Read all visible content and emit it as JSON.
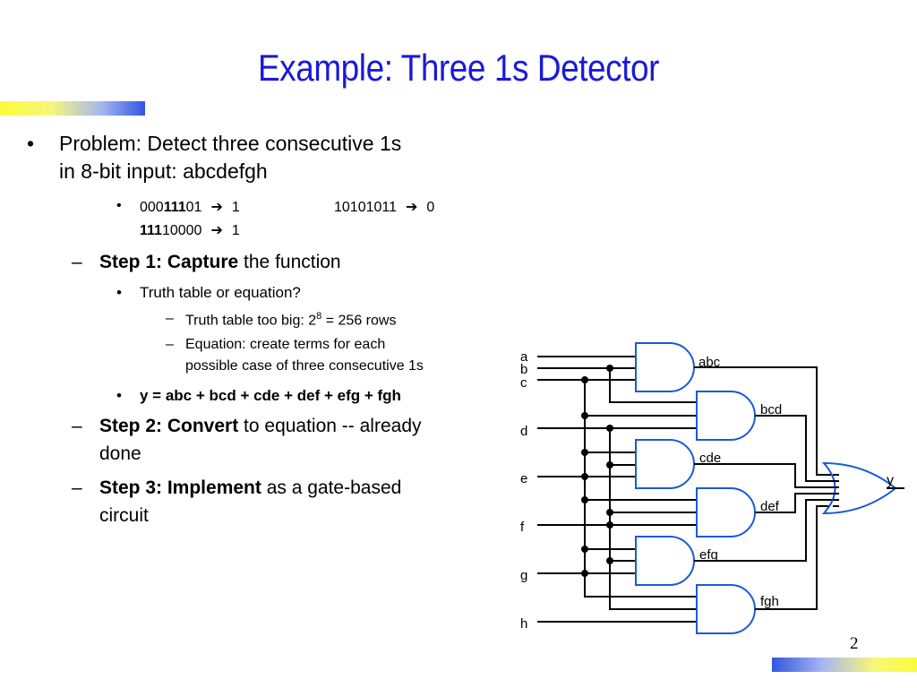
{
  "title": "Example: Three 1s Detector",
  "page_number": "2",
  "bullets": {
    "b1_marker": "•",
    "b1_line1": "Problem: Detect three consecutive 1s",
    "b1_line2": "in 8-bit input: abcdefgh",
    "ex_marker": "•",
    "ex1_pre": "000",
    "ex1_bold": "111",
    "ex1_post": "01",
    "ex1_arrow": "➔",
    "ex1_out": "1",
    "ex2_in": "10101011",
    "ex2_arrow": "➔",
    "ex2_out": "0",
    "ex3_bold": "111",
    "ex3_post": "10000",
    "ex3_arrow": "➔",
    "ex3_out": "1",
    "s1_marker": "–",
    "s1_bold": "Step 1: Capture",
    "s1_rest": " the function",
    "tt_marker": "•",
    "tt_text": "Truth table or equation?",
    "tt1_marker": "–",
    "tt1_pre": "Truth table too big: 2",
    "tt1_sup": "8",
    "tt1_post": " = 256 rows",
    "eq_marker": "–",
    "eq_line1": "Equation: create terms for each",
    "eq_line2": "possible case of three consecutive 1s",
    "y_marker": "•",
    "y_eq": "y = abc + bcd + cde + def + efg + fgh",
    "s2_marker": "–",
    "s2_bold": "Step 2: Convert",
    "s2_rest": " to equation -- already",
    "s2_line2": "done",
    "s3_marker": "–",
    "s3_bold": "Step 3: Implement",
    "s3_rest": " as a gate-based",
    "s3_line2": "circuit"
  },
  "circuit": {
    "inputs": [
      "a",
      "b",
      "c",
      "d",
      "e",
      "f",
      "g",
      "h"
    ],
    "and_gates": [
      "abc",
      "bcd",
      "cde",
      "def",
      "efg",
      "fgh"
    ],
    "output": "y"
  },
  "colors": {
    "title": "#1a1ad6",
    "gate_stroke": "#1a5ad8",
    "wire": "#000000"
  }
}
